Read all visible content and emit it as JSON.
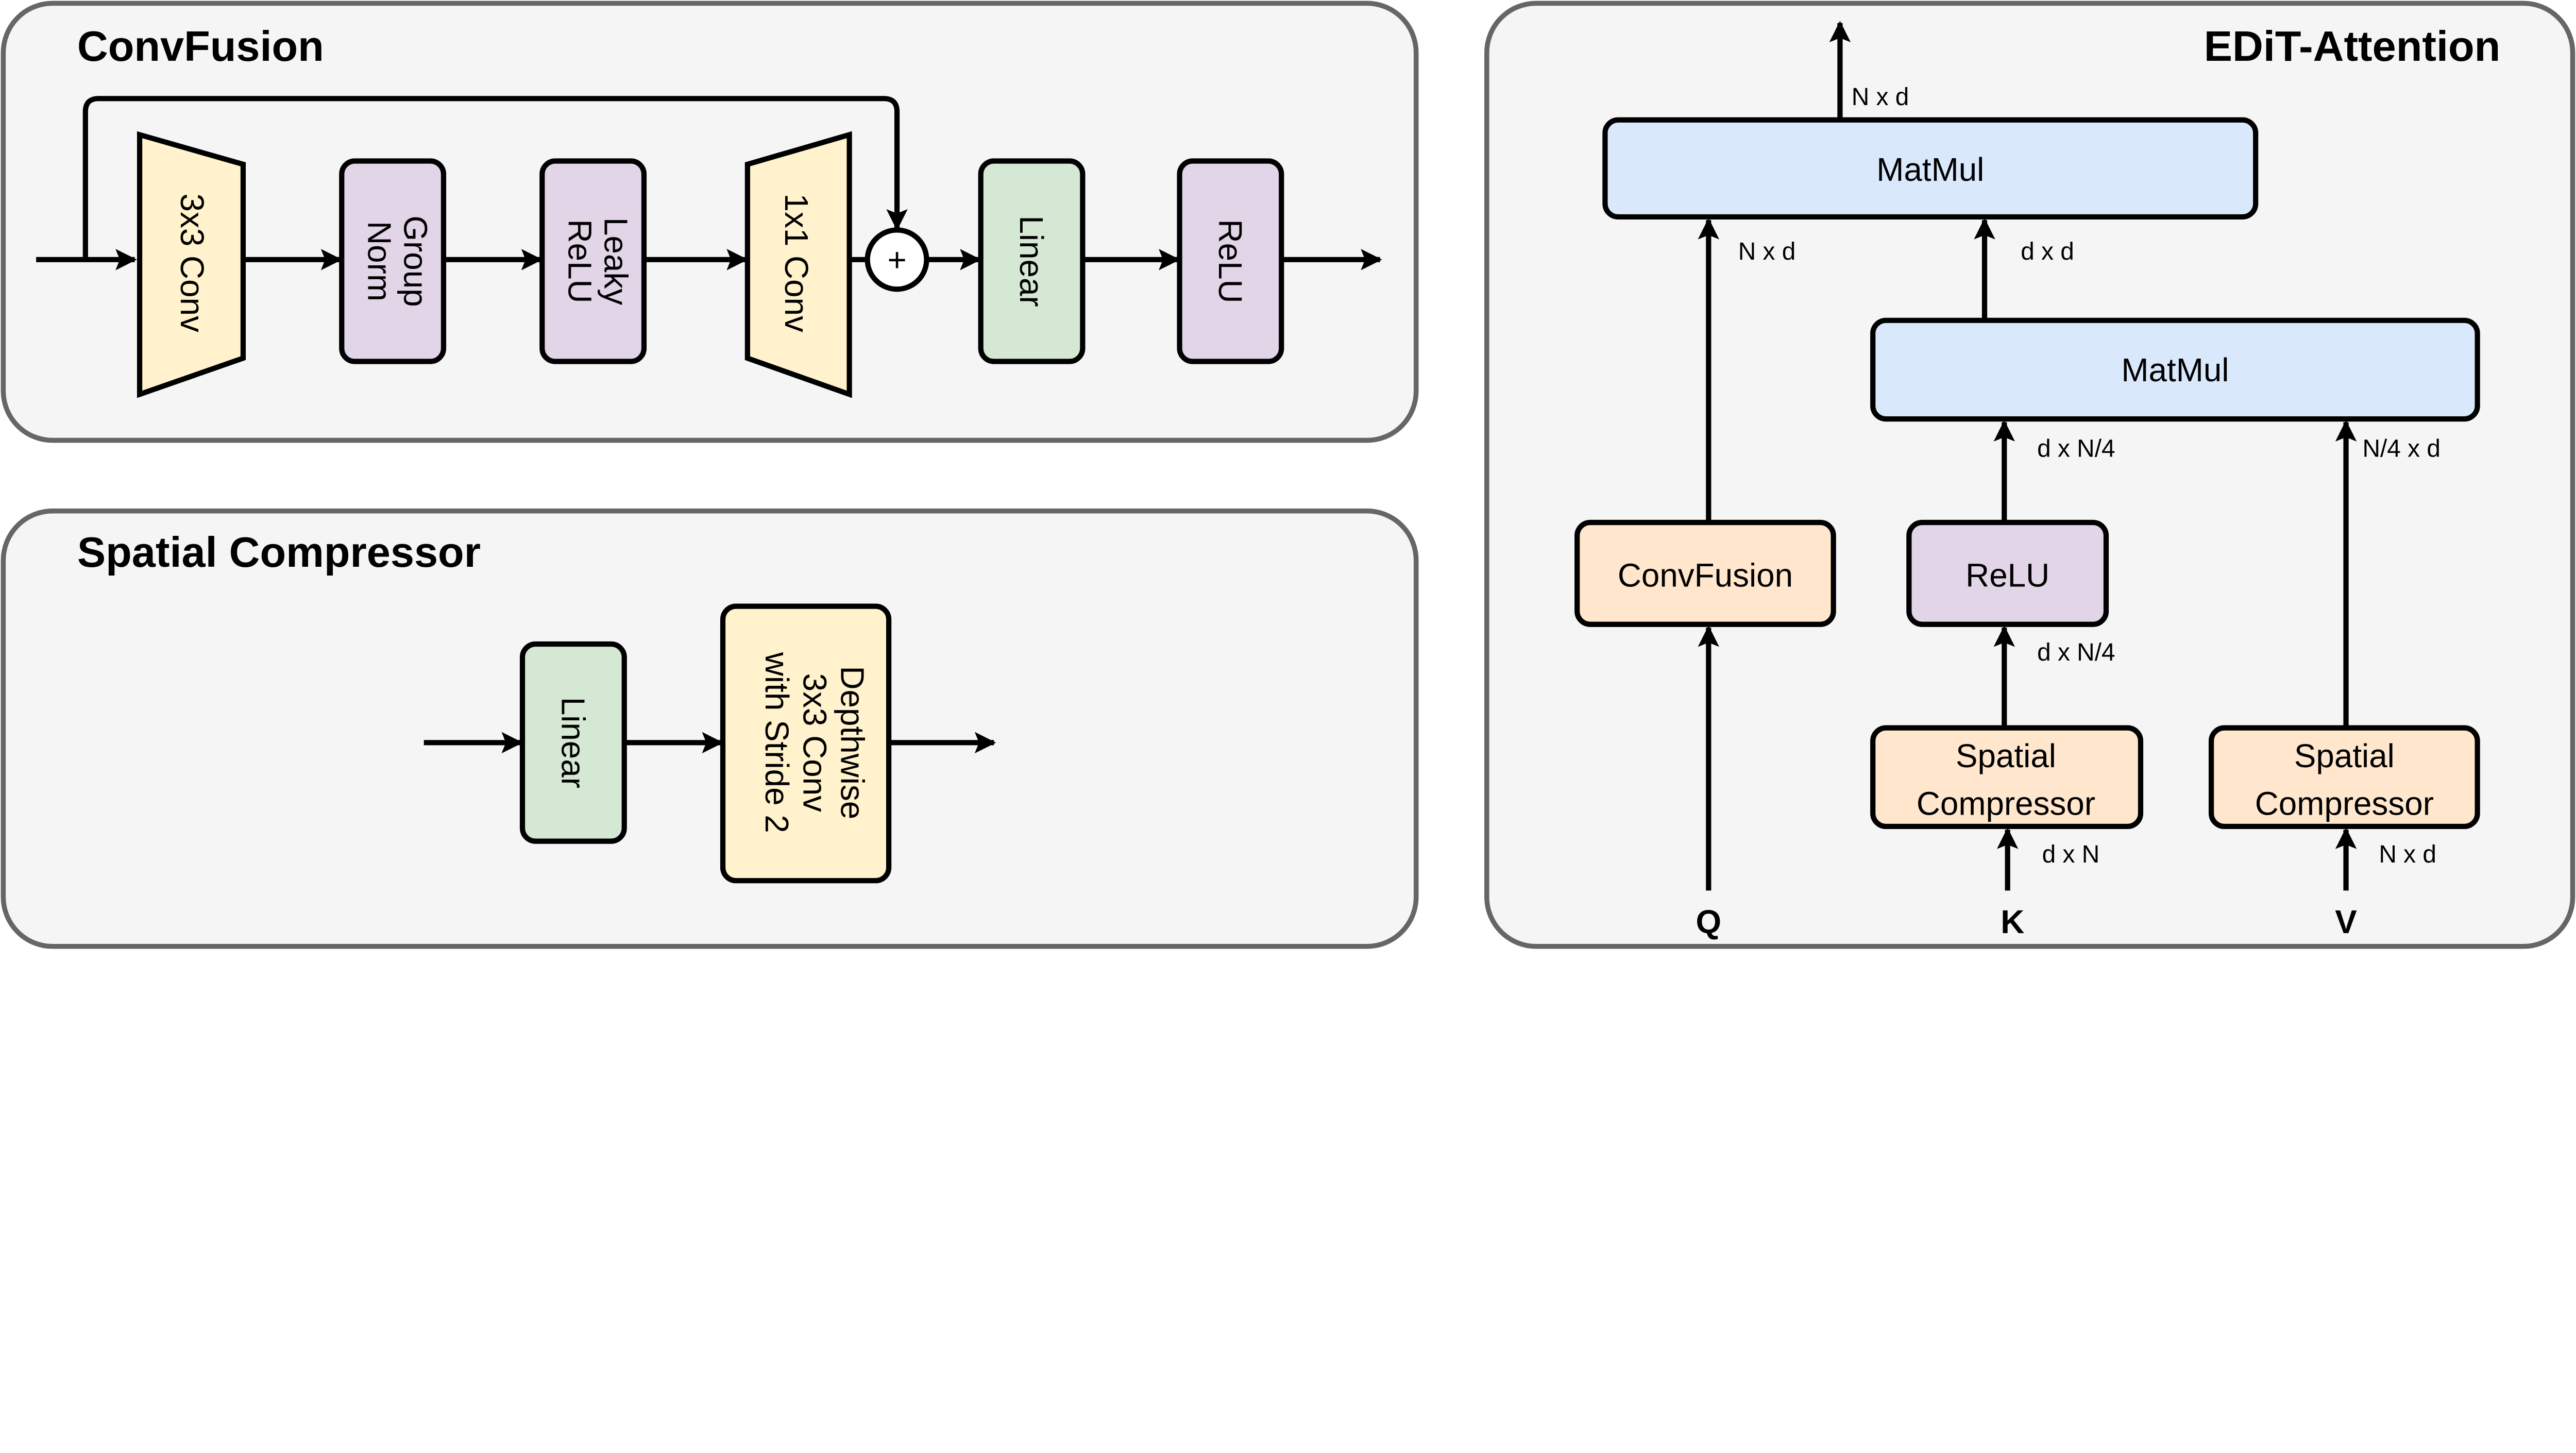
{
  "convfusion": {
    "title": "ConvFusion",
    "blocks": [
      "3x3 Conv",
      "Group",
      "Norm",
      "Leaky",
      "ReLU",
      "1x1 Conv",
      "Linear",
      "ReLU"
    ],
    "plus": "+"
  },
  "spatial": {
    "title": "Spatial Compressor",
    "linear": "Linear",
    "depthwise": [
      "Depthwise",
      "3x3 Conv",
      "with Stride 2"
    ]
  },
  "edit": {
    "title": "EDiT-Attention",
    "matmul_top": "MatMul",
    "matmul_mid": "MatMul",
    "convfusion": "ConvFusion",
    "relu": "ReLU",
    "spatial_k": [
      "Spatial",
      "Compressor"
    ],
    "spatial_v": [
      "Spatial",
      "Compressor"
    ],
    "dims": {
      "out": "N x d",
      "q_to_mm": "N x d",
      "mm_to_mm": "d x d",
      "relu_to_mm": "d x N/4",
      "v_to_mm": "N/4 x d",
      "sc_to_relu": "d x N/4",
      "k_in": "d x N",
      "v_in": "N x d"
    },
    "inputs": {
      "q": "Q",
      "k": "K",
      "v": "V"
    }
  },
  "colors": {
    "conv": "#fff2cc",
    "norm": "#e1d5e7",
    "linear": "#d5e8d4",
    "matmul": "#dae8fc",
    "compressor": "#ffe6cc",
    "panel": "#f5f5f5"
  }
}
